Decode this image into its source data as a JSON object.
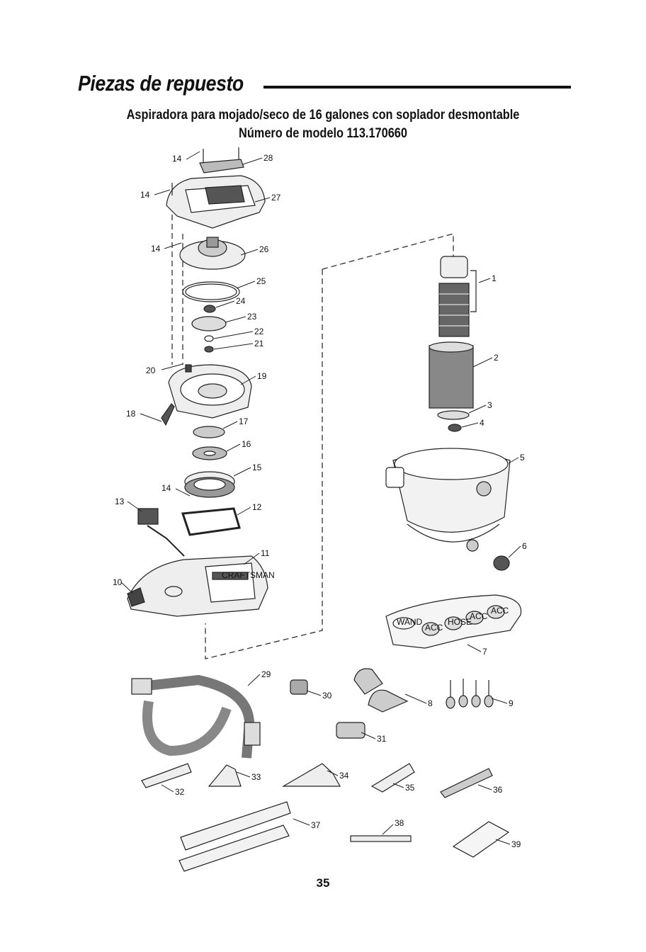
{
  "page": {
    "title": "Piezas de repuesto",
    "subtitle_line1": "Aspiradora para mojado/seco de 16 galones con soplador desmontable",
    "subtitle_line2": "Número de modelo 113.170660",
    "page_number": "35"
  },
  "diagram": {
    "product_label": "CRAFTSMAN",
    "control_labels": [
      "WAND",
      "ACC",
      "HOSE",
      "ACC",
      "ACC"
    ],
    "part_numbers": [
      "14",
      "28",
      "14",
      "27",
      "14",
      "26",
      "25",
      "24",
      "23",
      "22",
      "21",
      "20",
      "19",
      "18",
      "17",
      "16",
      "15",
      "14",
      "13",
      "12",
      "11",
      "10",
      "1",
      "2",
      "3",
      "4",
      "5",
      "6",
      "7",
      "29",
      "30",
      "8",
      "9",
      "31",
      "32",
      "33",
      "34",
      "35",
      "36",
      "37",
      "38",
      "39"
    ]
  }
}
